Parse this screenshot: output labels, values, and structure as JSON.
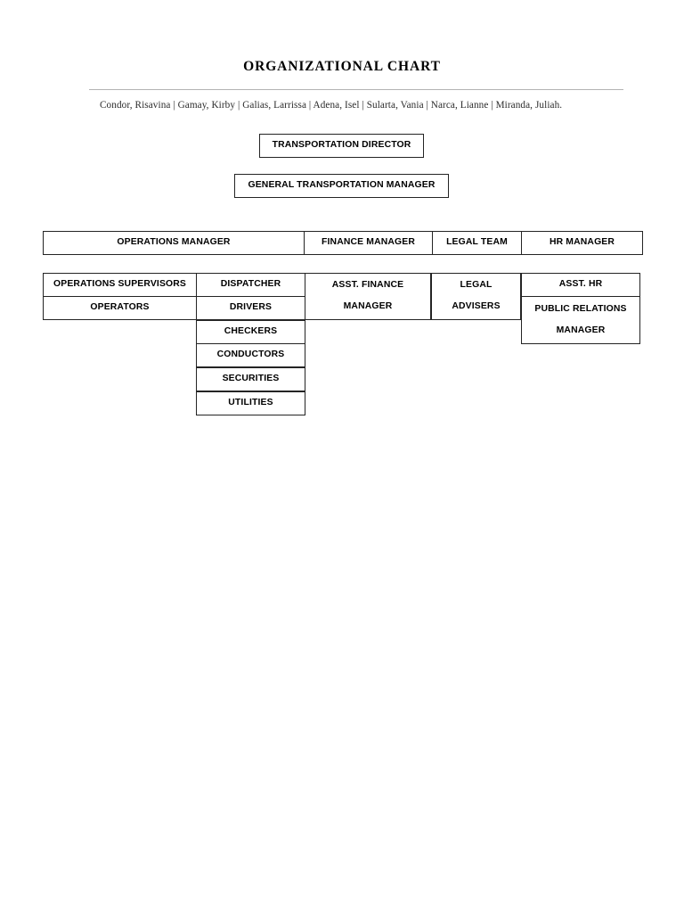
{
  "document": {
    "title": "ORGANIZATIONAL CHART",
    "contributors": "Condor, Risavina | Gamay, Kirby | Galias, Larrissa | Adena, Isel | Sularta, Vania | Narca, Lianne | Miranda, Juliah."
  },
  "chart_data": {
    "type": "diagram",
    "title": "ORGANIZATIONAL CHART",
    "top_boxes": [
      {
        "label": "TRANSPORTATION DIRECTOR"
      },
      {
        "label": "GENERAL TRANSPORTATION MANAGER"
      }
    ],
    "manager_row": [
      {
        "label": "OPERATIONS MANAGER"
      },
      {
        "label": "FINANCE MANAGER"
      },
      {
        "label": "LEGAL TEAM"
      },
      {
        "label": "HR MANAGER"
      }
    ],
    "columns": [
      {
        "parent": "OPERATIONS MANAGER",
        "items": [
          "OPERATIONS SUPERVISORS",
          "OPERATORS"
        ]
      },
      {
        "parent": "OPERATIONS MANAGER",
        "items": [
          "DISPATCHER",
          "DRIVERS",
          "CHECKERS",
          "CONDUCTORS",
          "SECURITIES",
          "UTILITIES"
        ]
      },
      {
        "parent": "FINANCE MANAGER",
        "items": [
          "ASST. FINANCE MANAGER"
        ]
      },
      {
        "parent": "LEGAL TEAM",
        "items": [
          "LEGAL ADVISERS"
        ]
      },
      {
        "parent": "HR MANAGER",
        "items": [
          "ASST. HR",
          "PUBLIC RELATIONS MANAGER"
        ]
      }
    ]
  },
  "boxes": {
    "transportation_director": "TRANSPORTATION DIRECTOR",
    "general_transportation_manager": "GENERAL TRANSPORTATION MANAGER",
    "operations_manager": "OPERATIONS MANAGER",
    "finance_manager": "FINANCE MANAGER",
    "legal_team": "LEGAL TEAM",
    "hr_manager": "HR MANAGER",
    "operations_supervisors": "OPERATIONS SUPERVISORS",
    "operators": "OPERATORS",
    "dispatcher": "DISPATCHER",
    "drivers": "DRIVERS",
    "checkers": "CHECKERS",
    "conductors": "CONDUCTORS",
    "securities": "SECURITIES",
    "utilities": "UTILITIES",
    "asst_finance_line1": "ASST. FINANCE",
    "asst_finance_line2": "MANAGER",
    "legal_advisers_line1": "LEGAL",
    "legal_advisers_line2": "ADVISERS",
    "asst_hr": "ASST. HR",
    "public_relations_line1": "PUBLIC RELATIONS",
    "public_relations_line2": "MANAGER"
  },
  "colors": {
    "box_border": "#242424",
    "rule": "#b3b3b3",
    "text": "#000000",
    "background": "#ffffff"
  }
}
